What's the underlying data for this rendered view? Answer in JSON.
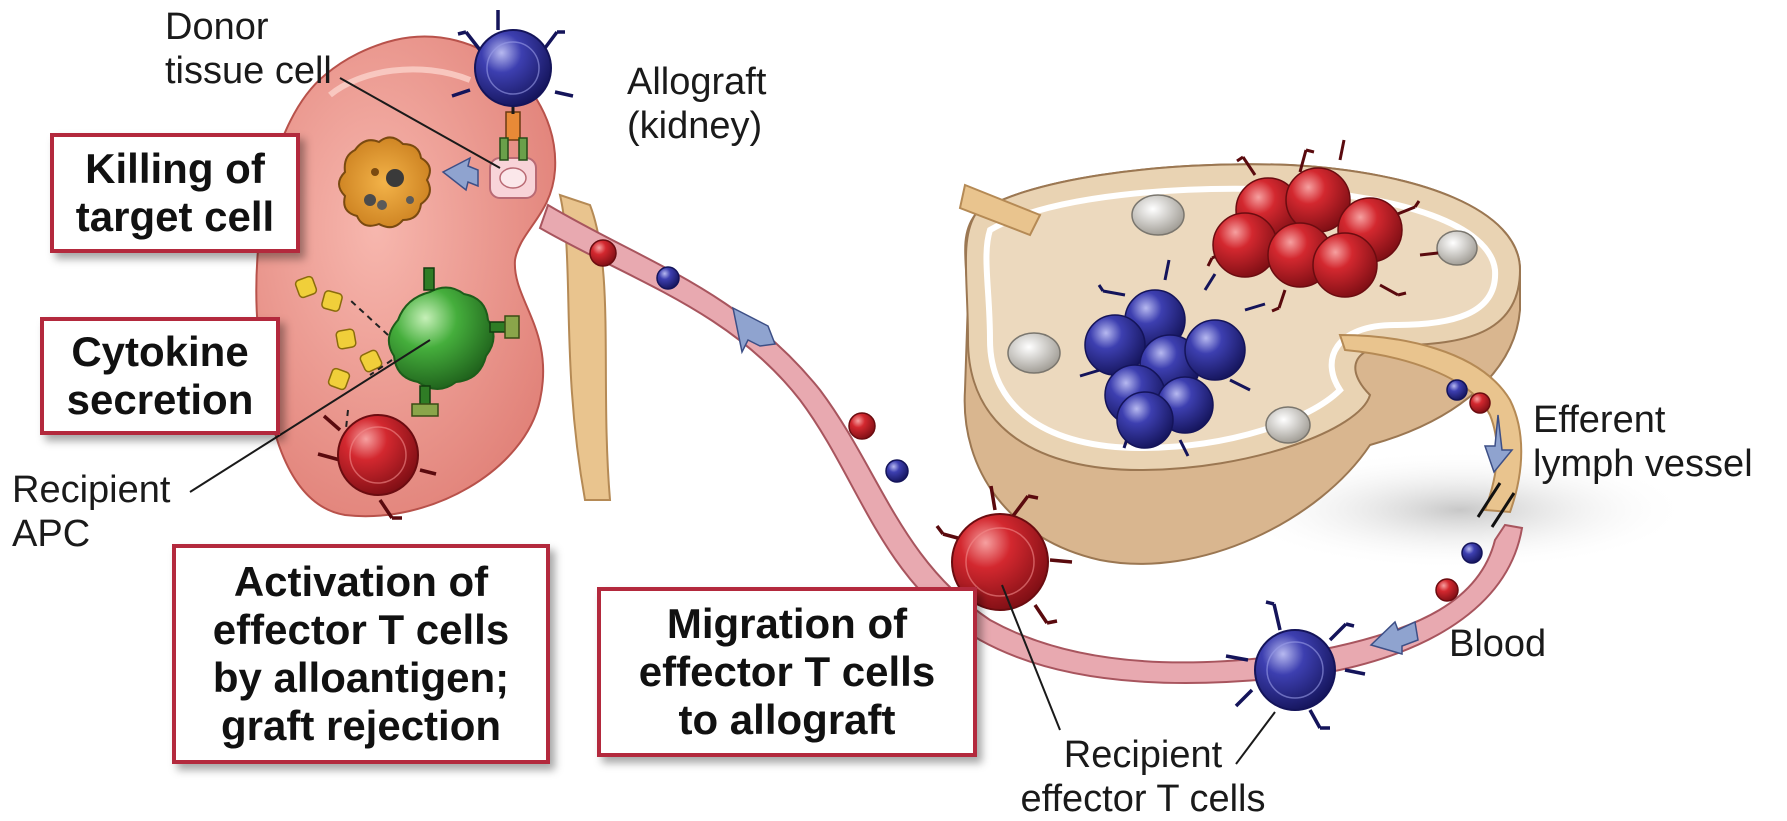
{
  "labels": {
    "donor_tissue_cell": [
      "Donor",
      "tissue cell"
    ],
    "allograft": [
      "Allograft",
      "(kidney)"
    ],
    "recipient_apc": [
      "Recipient",
      "APC"
    ],
    "efferent_lymph_vessel": [
      "Efferent",
      "lymph vessel"
    ],
    "blood": "Blood",
    "recipient_effector_t_cells": [
      "Recipient",
      "effector T cells"
    ]
  },
  "boxes": {
    "killing": [
      "Killing of",
      "target cell"
    ],
    "cytokine": [
      "Cytokine",
      "secretion"
    ],
    "activation": [
      "Activation of",
      "effector T cells",
      "by alloantigen;",
      "graft rejection"
    ],
    "migration": [
      "Migration of",
      "effector T cells",
      "to allograft"
    ]
  },
  "colors": {
    "kidney": "#eb8f86",
    "lymph_node": "#e7cfae",
    "vessel": "#e8a9b0",
    "t_cell_red": "#c0202a",
    "t_cell_blue": "#2e2f8f",
    "apc_green": "#3fa23a",
    "box_border": "#b3293d",
    "arrow": "#8fa3cf"
  }
}
